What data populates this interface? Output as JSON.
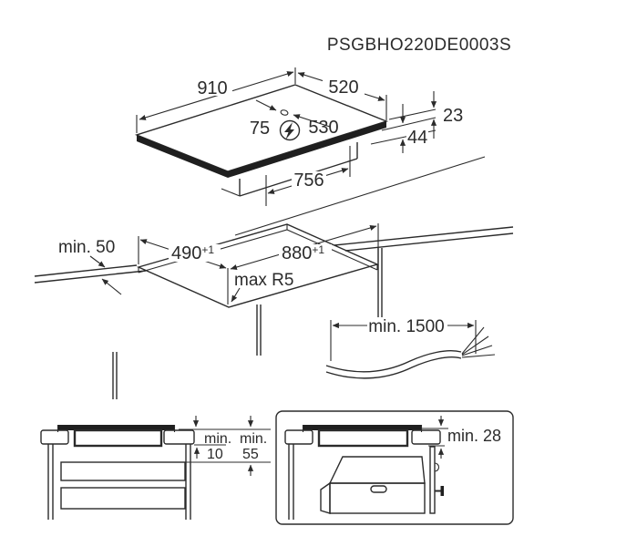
{
  "title": "PSGBHO220DE0003S",
  "hob": {
    "width": "910",
    "depth": "520",
    "cable_offset_left": "75",
    "cable_offset_right": "530",
    "glass_thickness": "23",
    "body_depth": "44",
    "body_width": "756",
    "power_icon": "lightning-bolt-in-circle"
  },
  "worktop_cutout": {
    "edge_distance": "min. 50",
    "cutout_depth": "490",
    "cutout_depth_tolerance": "+1",
    "cutout_width": "880",
    "cutout_width_tolerance": "+1",
    "corner_radius": "max R5"
  },
  "power_cable": {
    "length": "min. 1500"
  },
  "drawer_installation": {
    "col1_label": "min.",
    "col1_value": "10",
    "col2_label": "min.",
    "col2_value": "55"
  },
  "oven_installation": {
    "clearance": "min. 28"
  },
  "colors": {
    "line": "#2b2b2b",
    "glass": "#1f1f1f",
    "background": "#ffffff"
  }
}
